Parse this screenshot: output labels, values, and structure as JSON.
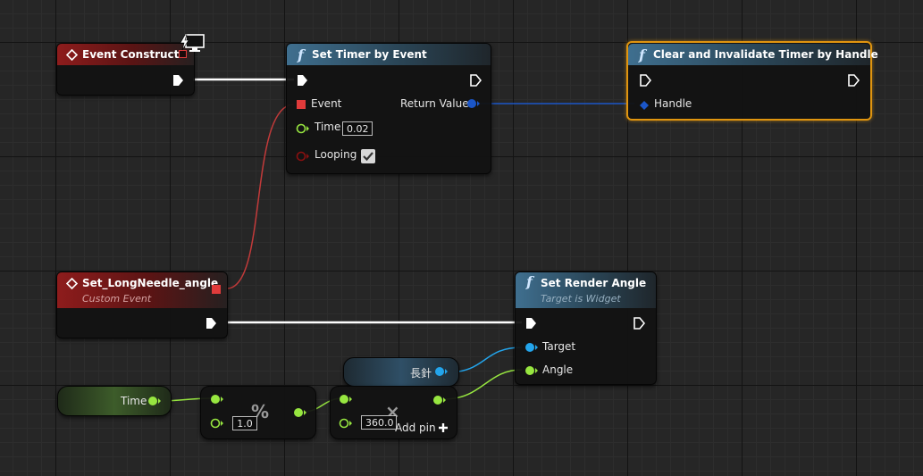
{
  "nodes": {
    "event_construct": {
      "title": "Event Construct"
    },
    "set_timer": {
      "title": "Set Timer by Event",
      "event_label": "Event",
      "return_label": "Return Value",
      "time_label": "Time",
      "time_value": "0.02",
      "looping_label": "Looping",
      "looping_checked": true
    },
    "clear_timer": {
      "title": "Clear and Invalidate Timer by Handle",
      "handle_label": "Handle"
    },
    "custom_event": {
      "title": "Set_LongNeedle_angle",
      "subtitle": "Custom Event"
    },
    "set_render_angle": {
      "title": "Set Render Angle",
      "subtitle": "Target is Widget",
      "target_label": "Target",
      "angle_label": "Angle"
    },
    "variable": {
      "label": "長針"
    },
    "time_getter": {
      "label": "Time"
    },
    "modulo": {
      "symbol": "%",
      "value": "1.0"
    },
    "multiply": {
      "symbol": "×",
      "value": "360.0",
      "add_pin_label": "Add pin"
    }
  },
  "colors": {
    "exec": "#ffffff",
    "event_delegate": "#e03b3b",
    "struct_handle": "#1b56c8",
    "object": "#23a5ec",
    "float": "#97e640",
    "bool": "#8a1010",
    "selected": "#e0950f"
  },
  "icons": {
    "event": "event-diamond-icon",
    "function": "function-f-icon",
    "client": "monitor-lightning-icon",
    "add": "plus-icon"
  }
}
